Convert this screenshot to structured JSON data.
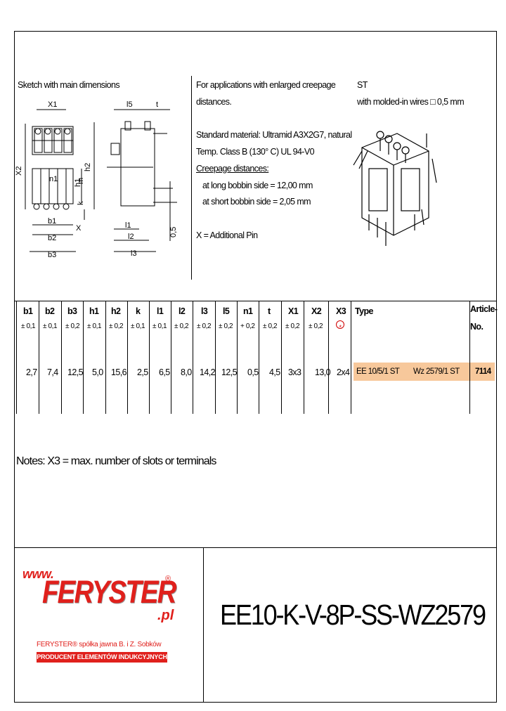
{
  "sketch": {
    "heading": "Sketch with main dimensions",
    "labels": {
      "X1": "X1",
      "X2": "X2",
      "h2": "h2",
      "h1": "h1",
      "n1": "n1",
      "m": "m",
      "k": "k",
      "X": "X",
      "b1": "b1",
      "b2": "b2",
      "b3": "b3",
      "l5": "l5",
      "t": "t",
      "l1": "l1",
      "l2": "l2",
      "l3": "l3",
      "d": "0,5"
    }
  },
  "description": {
    "line1": "For applications with enlarged creepage",
    "line2": "distances.",
    "line3": "Standard material: Ultramid A3X2G7, natural",
    "line4": "Temp. Class B (130° C) UL 94-V0",
    "line5": "Creepage distances:",
    "line6": "at long bobbin side = 12,00 mm",
    "line7": "at short bobbin side = 2,05 mm",
    "line8": "X = Additional Pin"
  },
  "variant": {
    "code": "ST",
    "note": "with molded-in wires □ 0,5 mm"
  },
  "table": {
    "headers": [
      "b1",
      "b2",
      "b3",
      "h1",
      "h2",
      "k",
      "l1",
      "l2",
      "l3",
      "l5",
      "n1",
      "t",
      "X1",
      "X2",
      "X3",
      "Type",
      "Article-",
      "No."
    ],
    "tolerances": [
      "± 0,1",
      "± 0,1",
      "± 0,2",
      "± 0,1",
      "± 0,2",
      "± 0,1",
      "± 0,1",
      "± 0,2",
      "± 0,2",
      "± 0,2",
      "+ 0,2",
      "± 0,2",
      "± 0,2",
      "± 0,2",
      "*"
    ],
    "values": [
      "2,7",
      "7,4",
      "12,5",
      "5,0",
      "15,6",
      "2,5",
      "6,5",
      "8,0",
      "14,2",
      "12,5",
      "0,5",
      "4,5",
      "3x3",
      "13,0",
      "2x4"
    ],
    "type": "EE 10/5/1 ST",
    "wz": "Wz 2579/1 ST",
    "article": "7114"
  },
  "notes": "Notes: X3 = max. number of slots or terminals",
  "footer": {
    "www": "www.",
    "brand": "FERYSTER",
    "reg": "®",
    "pl": ".pl",
    "company": "FERYSTER® spółka jawna B. i Z. Sobków",
    "tagline": "PRODUCENT ELEMENTÓW INDUKCYJNYCH",
    "title": "EE10-K-V-8P-SS-WZ2579"
  },
  "colors": {
    "highlight": "#f7c89b",
    "brand_red": "#e0201c",
    "circle_red": "#d00000"
  }
}
